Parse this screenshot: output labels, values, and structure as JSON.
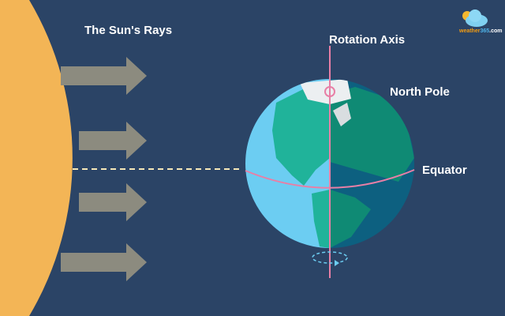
{
  "labels": {
    "suns_rays": "The Sun's Rays",
    "rotation_axis": "Rotation Axis",
    "north_pole": "North Pole",
    "equator": "Equator"
  },
  "logo": {
    "text_a": "weather",
    "text_b": "365",
    "text_c": ".com"
  },
  "colors": {
    "background": "#2b4466",
    "sun": "#f3b556",
    "arrows": "#8c8b7f",
    "ocean_day": "#6ccdf2",
    "land_day": "#20b39a",
    "ocean_night": "#0d6080",
    "land_night": "#0f8a74",
    "axis": "#e87fa6"
  }
}
